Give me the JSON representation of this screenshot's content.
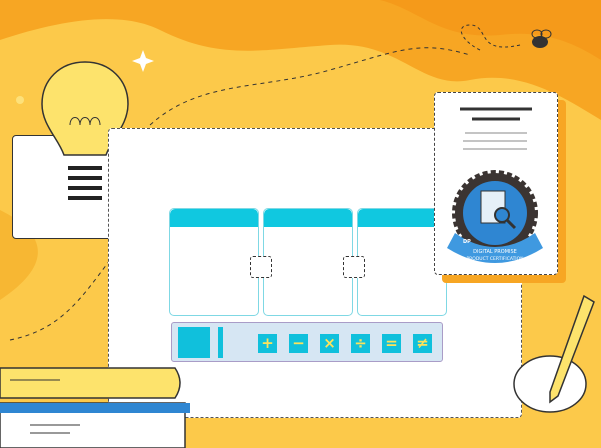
{
  "colors": {
    "background": "#fcc94a",
    "wave": "#f7a623",
    "accent": "#10c8e0",
    "operator_text": "#fde35b",
    "badge_blue": "#2f86d2"
  },
  "toolbar": {
    "operators": [
      {
        "symbol": "+",
        "icon": "plus-icon"
      },
      {
        "symbol": "−",
        "icon": "minus-icon"
      },
      {
        "symbol": "×",
        "icon": "multiply-icon"
      },
      {
        "symbol": "÷",
        "icon": "divide-icon"
      },
      {
        "symbol": "=",
        "icon": "equals-icon"
      },
      {
        "symbol": "≠",
        "icon": "not-equal-icon"
      }
    ]
  },
  "badge": {
    "initials": "DP",
    "line1": "DIGITAL PROMISE",
    "line2": "PRODUCT CERTIFICATION"
  }
}
